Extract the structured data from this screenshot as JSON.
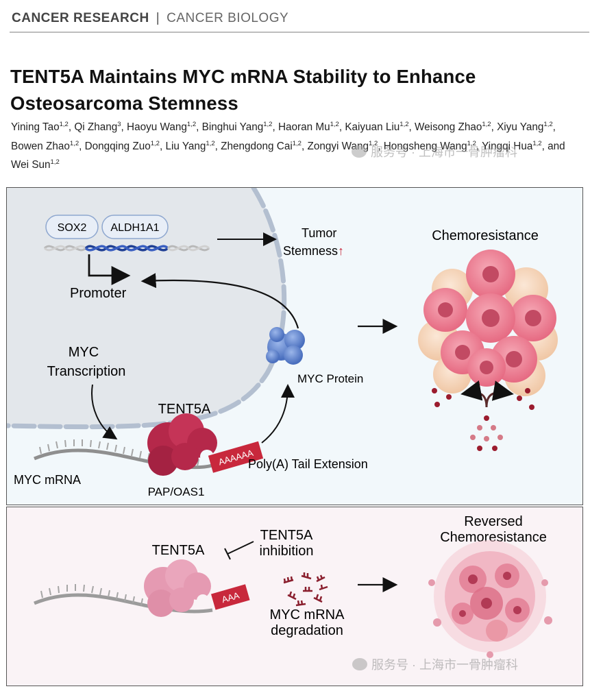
{
  "header": {
    "journal": "CANCER RESEARCH",
    "separator": "|",
    "section": "CANCER BIOLOGY"
  },
  "article": {
    "title_line1": "TENT5A Maintains MYC mRNA Stability to Enhance",
    "title_line2": "Osteosarcoma Stemness",
    "authors": [
      {
        "name": "Yining Tao",
        "aff": "1,2"
      },
      {
        "name": "Qi Zhang",
        "aff": "3"
      },
      {
        "name": "Haoyu Wang",
        "aff": "1,2"
      },
      {
        "name": "Binghui Yang",
        "aff": "1,2"
      },
      {
        "name": "Haoran Mu",
        "aff": "1,2"
      },
      {
        "name": "Kaiyuan Liu",
        "aff": "1,2"
      },
      {
        "name": "Weisong Zhao",
        "aff": "1,2"
      },
      {
        "name": "Xiyu Yang",
        "aff": "1,2"
      },
      {
        "name": "Bowen Zhao",
        "aff": "1,2"
      },
      {
        "name": "Dongqing Zuo",
        "aff": "1,2"
      },
      {
        "name": "Liu Yang",
        "aff": "1,2"
      },
      {
        "name": "Zhengdong Cai",
        "aff": "1,2"
      },
      {
        "name": "Zongyi Wang",
        "aff": "1,2"
      },
      {
        "name": "Hongsheng Wang",
        "aff": "1,2"
      },
      {
        "name": "Yingqi Hua",
        "aff": "1,2"
      },
      {
        "name": "Wei Sun",
        "aff": "1,2"
      }
    ],
    "and_word": "and"
  },
  "watermark": {
    "text": "服务号 · 上海市一骨肿瘤科"
  },
  "figure": {
    "top": {
      "sox2": "SOX2",
      "aldh1a1": "ALDH1A1",
      "promoter": "Promoter",
      "tumor_line1": "Tumor",
      "tumor_line2": "Stemness",
      "up_arrow": "↑",
      "myc_tx_line1": "MYC",
      "myc_tx_line2": "Transcription",
      "tent5a": "TENT5A",
      "pap": "PAP/OAS1",
      "mrna": "MYC mRNA",
      "polya_tag": "AAAAAA",
      "polya_label": "Poly(A) Tail Extension",
      "myc_protein": "MYC Protein",
      "chemoresistance": "Chemoresistance"
    },
    "bottom": {
      "tent5a": "TENT5A",
      "inhib_line1": "TENT5A",
      "inhib_line2": "inhibition",
      "short_tag": "AAA",
      "degr_line1": "MYC mRNA",
      "degr_line2": "degradation",
      "rev_line1": "Reversed",
      "rev_line2": "Chemoresistance"
    },
    "colors": {
      "tent5a": "#b5284a",
      "tent5a_faded": "#e59ab2",
      "polya": "#c8283c",
      "myc_protein": "#5b7fc4",
      "nucleus": "#e2e6ea",
      "cell_pink": "#eb7f93",
      "cell_beige": "#f3d3b8"
    }
  }
}
